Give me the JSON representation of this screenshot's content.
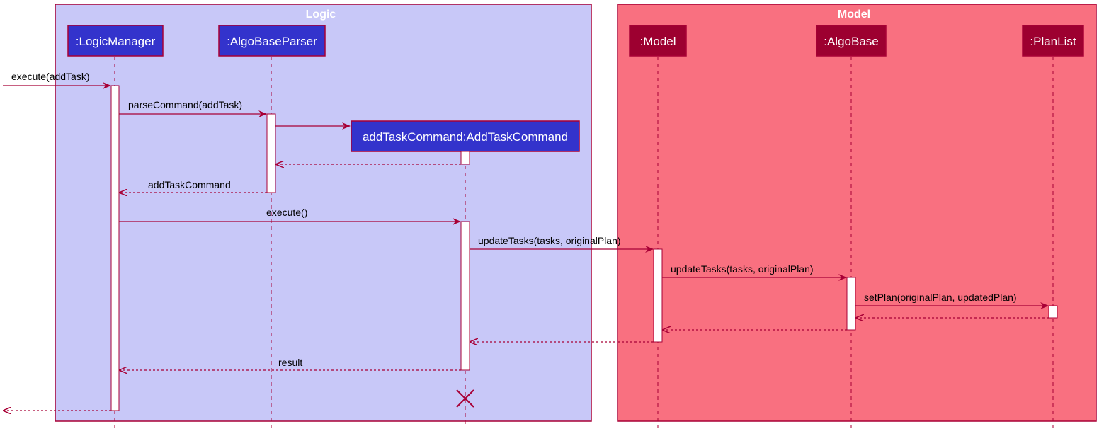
{
  "colors": {
    "logic_bg": "#C8C8F8",
    "model_bg": "#F97080",
    "frame_border": "#A80036",
    "logic_participant": "#3333CC",
    "model_participant": "#9D0030",
    "line": "#A80036",
    "activation": "#FFFFFF"
  },
  "groups": {
    "logic": {
      "title": "Logic"
    },
    "model": {
      "title": "Model"
    }
  },
  "participants": {
    "logicManager": ":LogicManager",
    "algoBaseParser": ":AlgoBaseParser",
    "addTaskCommand": "addTaskCommand:AddTaskCommand",
    "model": ":Model",
    "algoBase": ":AlgoBase",
    "planList": ":PlanList"
  },
  "messages": {
    "m1": "execute(addTask)",
    "m2": "parseCommand(addTask)",
    "m4": "addTaskCommand",
    "m5": "execute()",
    "m6": "updateTasks(tasks, originalPlan)",
    "m7": "updateTasks(tasks, originalPlan)",
    "m8": "setPlan(originalPlan, updatedPlan)",
    "m12": "result"
  }
}
